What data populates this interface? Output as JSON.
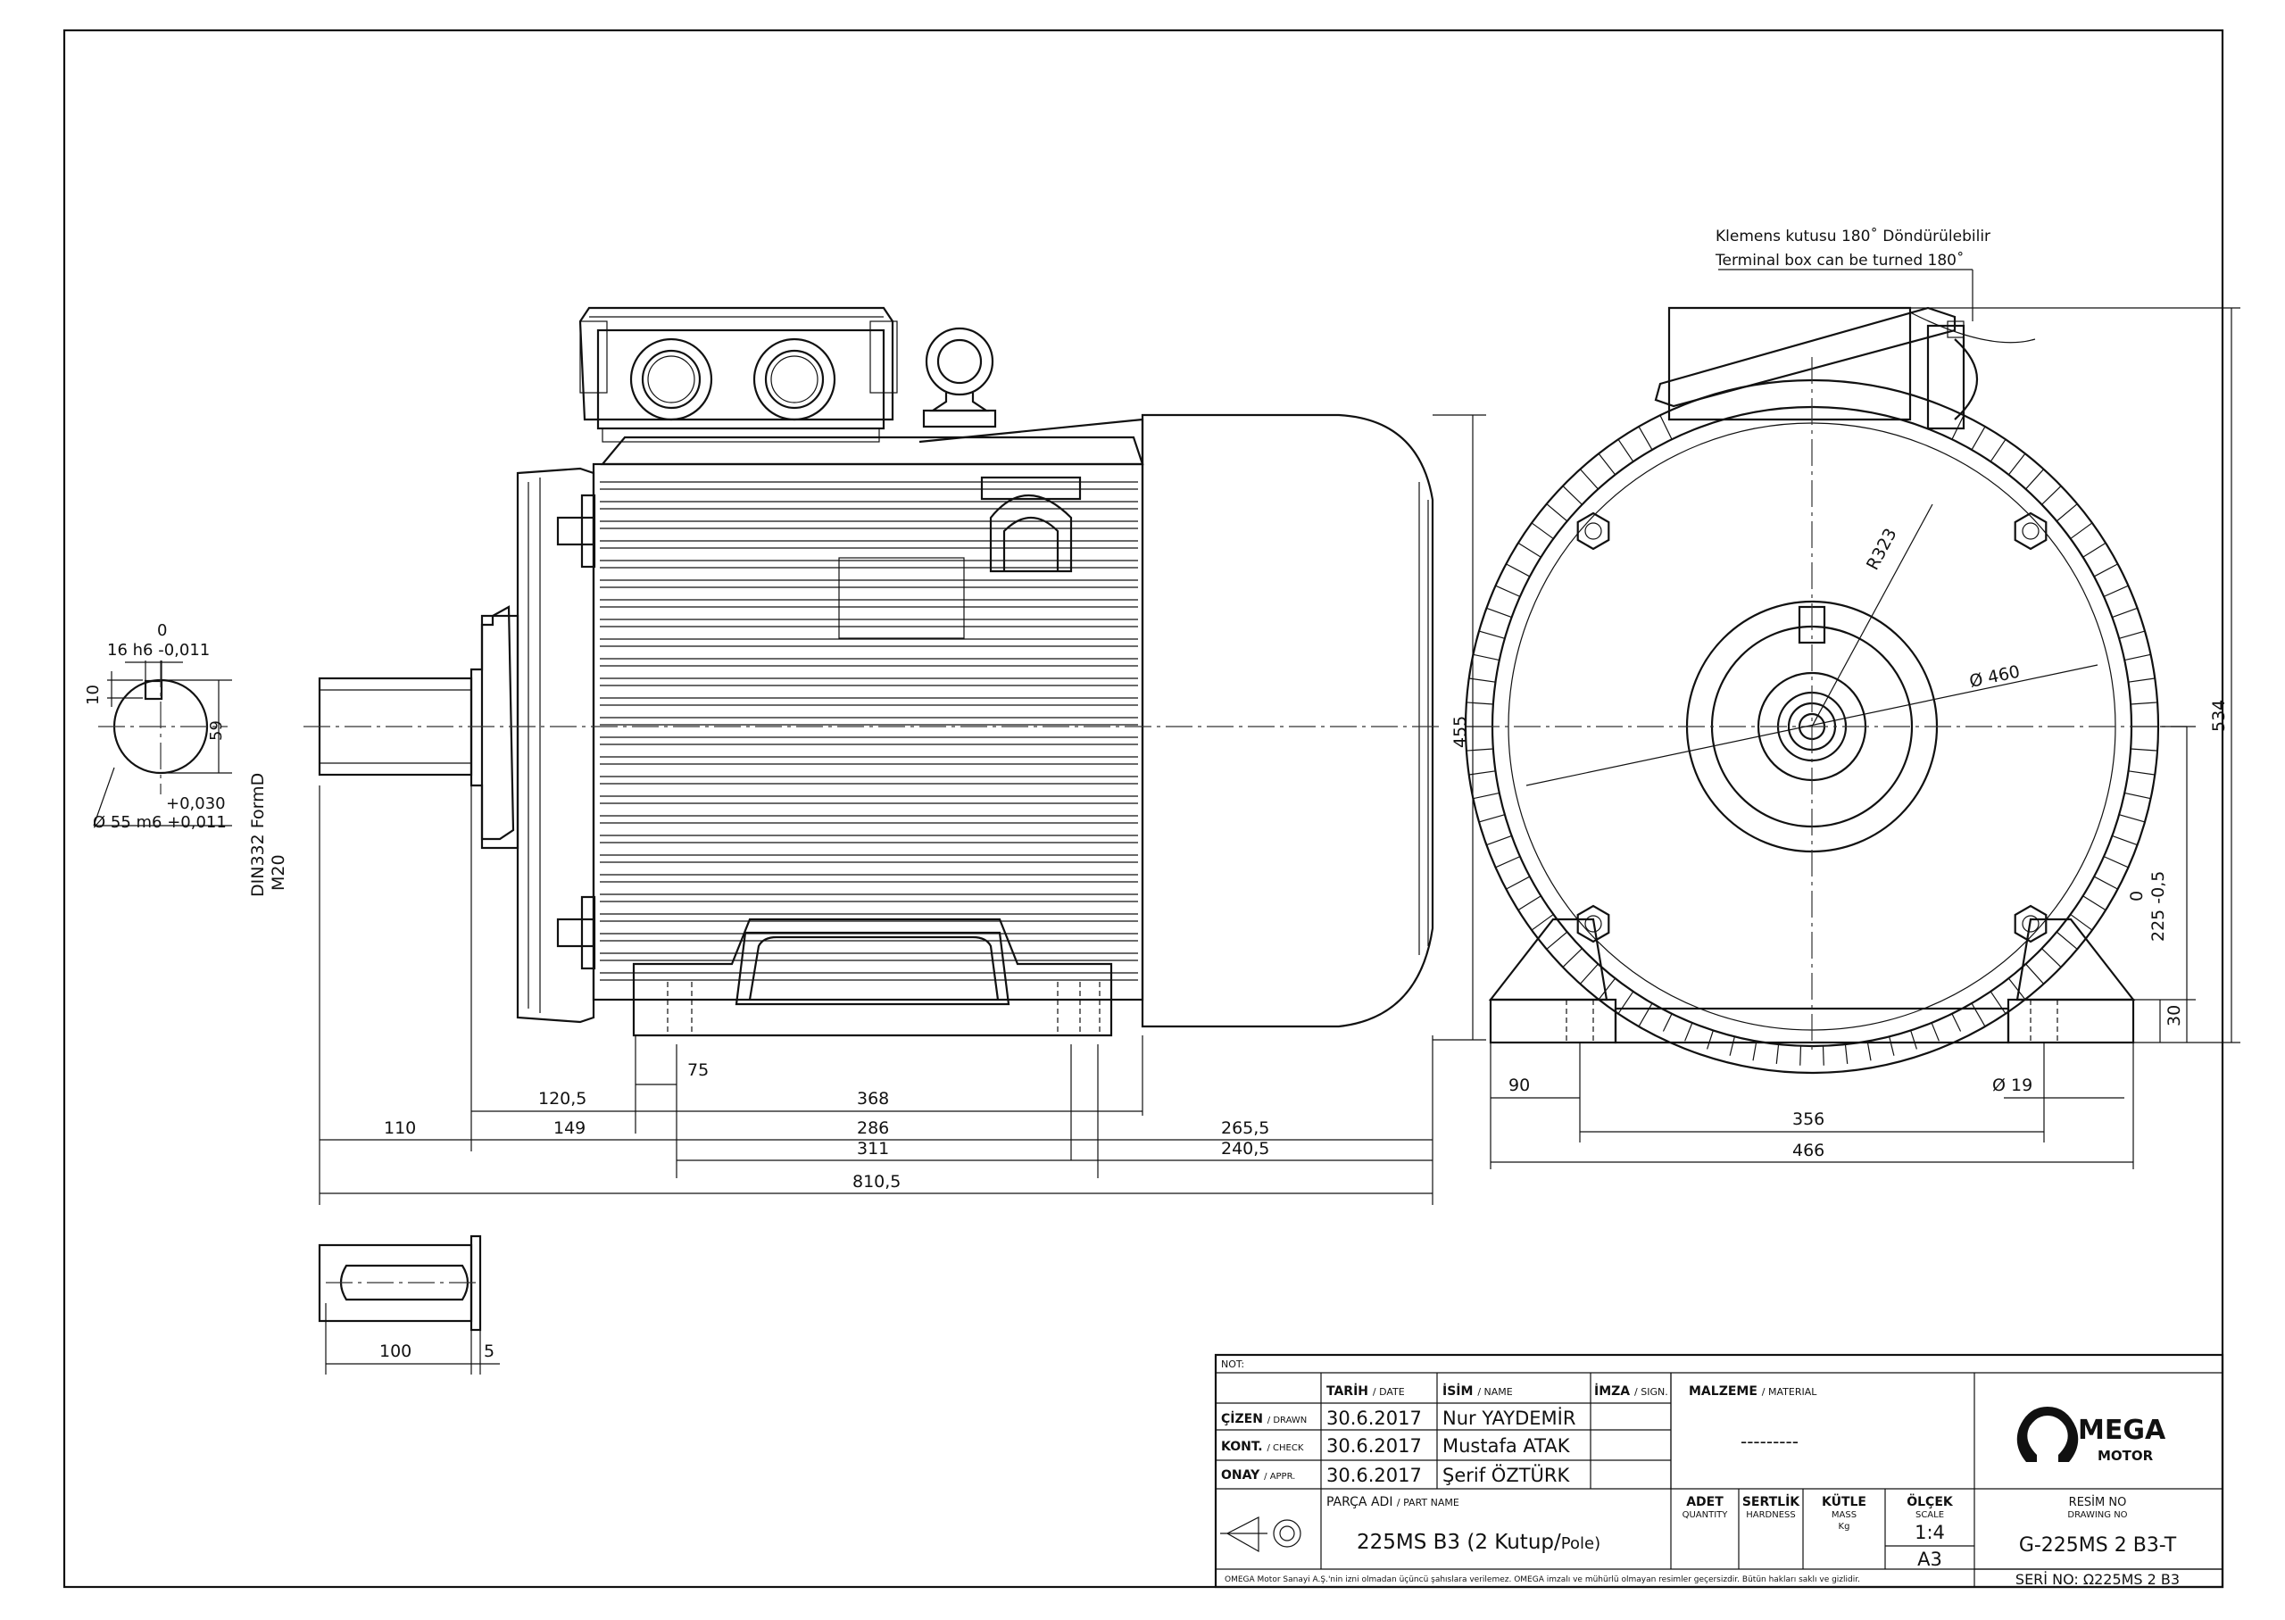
{
  "note": {
    "turn_tr": "Klemens kutusu 180˚ Döndürülebilir",
    "turn_en": "Terminal box can be turned 180˚",
    "shaft_thread": "DIN332 FormD",
    "thread_size": "M20"
  },
  "dims": {
    "key_tol_upper": "0",
    "key_width": "16 h6 -0,011",
    "key_depth": "10",
    "shaft_h": "59",
    "shaft_tol_upper": "+0,030",
    "shaft_dia": "Ø 55 m6 +0,011",
    "d_110": "110",
    "d_120_5": "120,5",
    "d_149": "149",
    "d_75": "75",
    "d_368": "368",
    "d_286": "286",
    "d_311": "311",
    "d_265_5": "265,5",
    "d_240_5": "240,5",
    "d_810_5": "810,5",
    "d_455": "455",
    "d_534": "534",
    "d_225_tol": "0",
    "d_225": "225 -0,5",
    "d_30": "30",
    "d_90": "90",
    "d_356": "356",
    "d_466": "466",
    "d_19": "Ø 19",
    "d_r323": "R323",
    "d_460": "Ø 460",
    "d_100": "100",
    "d_5": "5"
  },
  "title_block": {
    "not_label": "NOT:",
    "date_h": "TARİH",
    "date_h_en": "/ DATE",
    "name_h": "İSİM",
    "name_h_en": "/ NAME",
    "sign_h": "İMZA",
    "sign_h_en": "/ SIGN.",
    "material_h": "MALZEME",
    "material_h_en": "/ MATERIAL",
    "material_v": "---------",
    "drawn_l": "ÇİZEN",
    "drawn_l_en": "/ DRAWN",
    "check_l": "KONT.",
    "check_l_en": "/ CHECK",
    "appr_l": "ONAY",
    "appr_l_en": "/ APPR.",
    "drawn_date": "30.6.2017",
    "drawn_name": "Nur YAYDEMİR",
    "check_date": "30.6.2017",
    "check_name": "Mustafa ATAK",
    "appr_date": "30.6.2017",
    "appr_name": "Şerif ÖZTÜRK",
    "part_h": "PARÇA ADI",
    "part_h_en": "/ PART NAME",
    "part_name": "225MS B3 (2 Kutup/",
    "part_name_pole": "Pole)",
    "qty_h": "ADET",
    "qty_h_en": "QUANTITY",
    "hard_h": "SERTLİK",
    "hard_h_en": "HARDNESS",
    "mass_h": "KÜTLE",
    "mass_h_en": "MASS",
    "mass_unit": "Kg",
    "scale_h": "ÖLÇEK",
    "scale_h_en": "SCALE",
    "scale_v": "1:4",
    "sheet_size": "A3",
    "drawing_no_h": "RESİM NO",
    "drawing_no_h_en": "DRAWING NO",
    "drawing_no": "G-225MS 2 B3-T",
    "serial": "SERİ NO: Ω225MS 2 B3",
    "logo_brand": "MEGA",
    "logo_sub": "MOTOR",
    "footer": "OMEGA Motor Sanayi A.Ş.'nin izni olmadan üçüncü şahıslara verilemez. OMEGA imzalı ve mühürlü olmayan resimler geçersizdir. Bütün hakları saklı ve gizlidir."
  }
}
